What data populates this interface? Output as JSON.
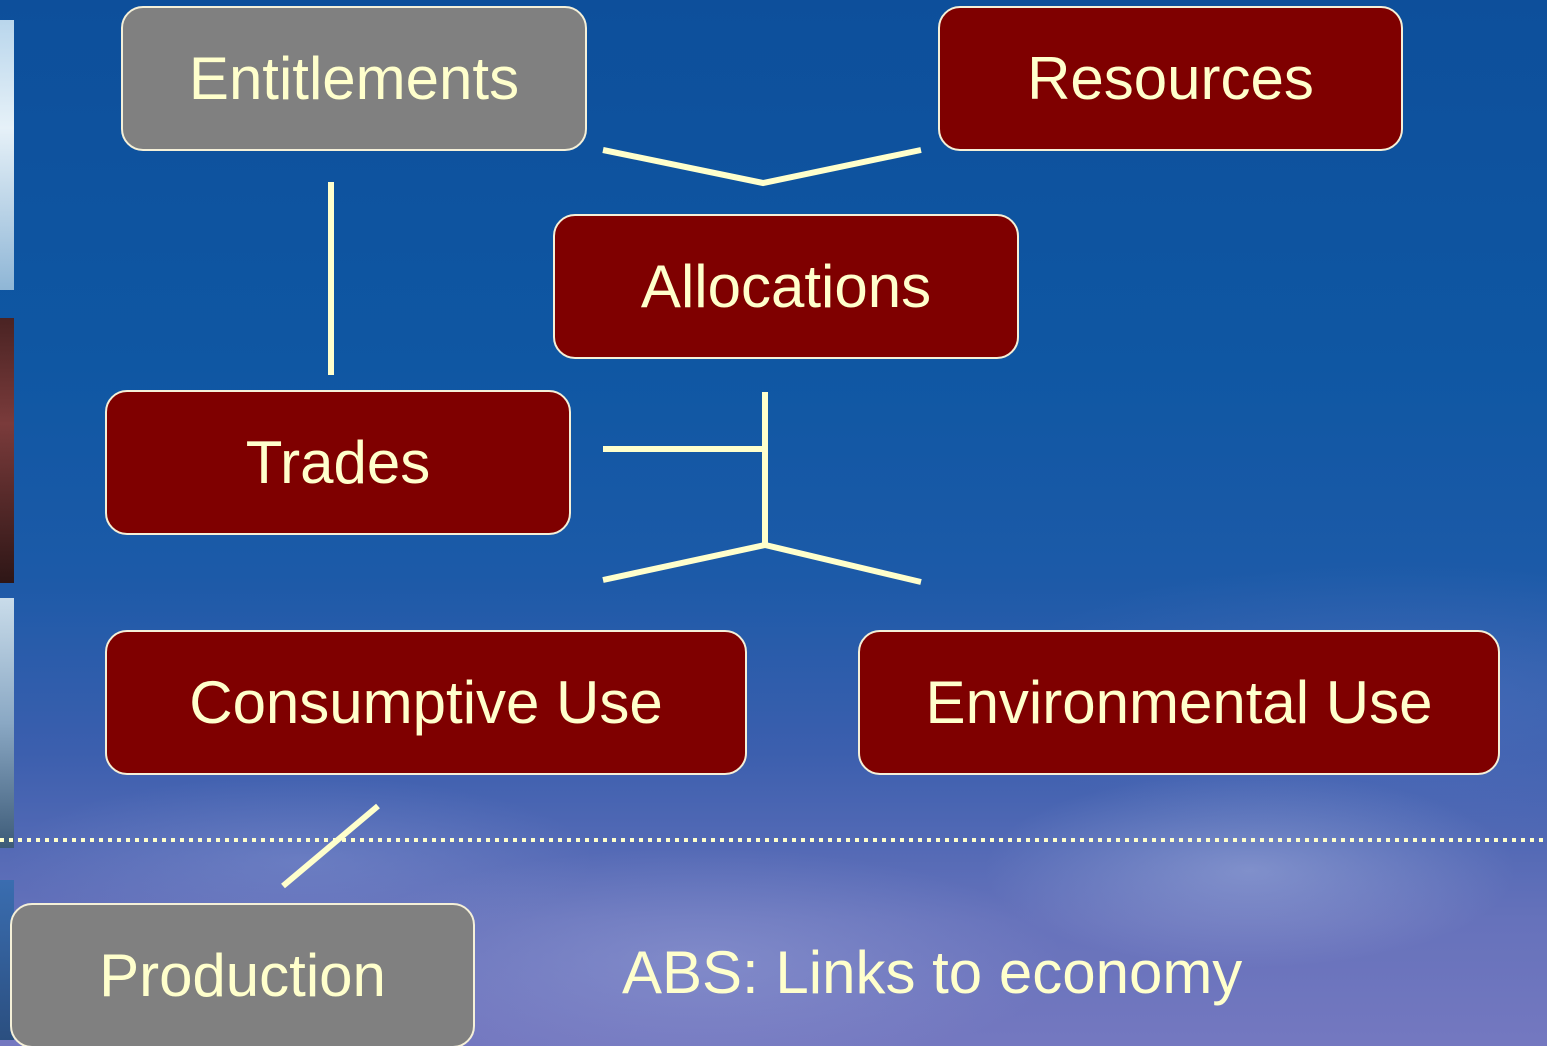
{
  "diagram": {
    "nodes": {
      "entitlements": "Entitlements",
      "resources": "Resources",
      "allocations": "Allocations",
      "trades": "Trades",
      "consumptive_use": "Consumptive Use",
      "environmental_use": "Environmental Use",
      "production": "Production"
    },
    "caption": "ABS: Links to economy"
  },
  "colors": {
    "node_fill": "#7f0000",
    "node_fill_muted": "#808080",
    "text": "#ffffcc",
    "connector": "#ffffcc",
    "background": "#0f57a3"
  }
}
